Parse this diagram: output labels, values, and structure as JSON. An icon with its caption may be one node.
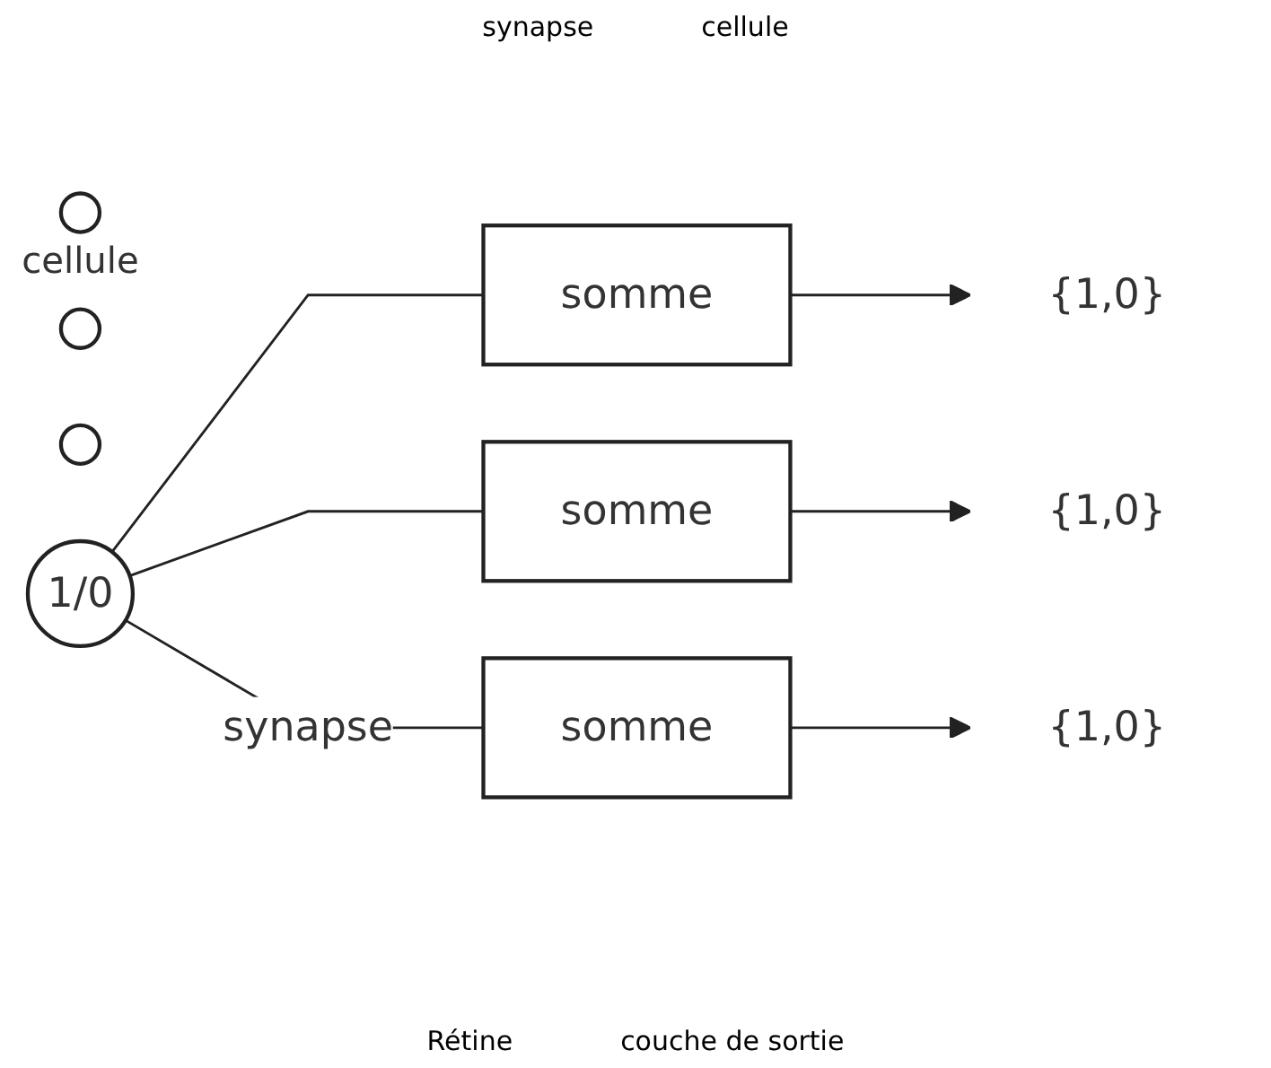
{
  "diagram": {
    "nodes": [
      {
        "text": [],
        "shape": "circle",
        "beside": [
          "cellule"
        ]
      },
      {
        "text": [],
        "shape": "circle"
      },
      {
        "text": [],
        "shape": "circle"
      },
      {
        "text": [
          "1/0"
        ]
      },
      {
        "text": [
          "somme"
        ]
      },
      {
        "text": [
          "somme"
        ]
      },
      {
        "text": [
          "somme"
        ]
      },
      {
        "text": [
          "{1,0}"
        ]
      },
      {
        "text": [
          "{1,0}"
        ]
      },
      {
        "text": [
          "{1,0}"
        ]
      }
    ],
    "edges": [
      {
        "from": 3,
        "to": 4,
        "arrow": "none"
      },
      {
        "from": 3,
        "to": 5,
        "arrow": "none"
      },
      {
        "from": 3,
        "to": 6,
        "arrow": "none",
        "label": "synapse"
      },
      {
        "from": 4,
        "to": 7,
        "arrow": "to"
      },
      {
        "from": 5,
        "to": 8,
        "arrow": "to"
      },
      {
        "from": 6,
        "to": 9,
        "arrow": "to"
      }
    ],
    "labels": [
      "synapse",
      "cellule",
      "Rétine",
      "couche de sortie"
    ]
  }
}
